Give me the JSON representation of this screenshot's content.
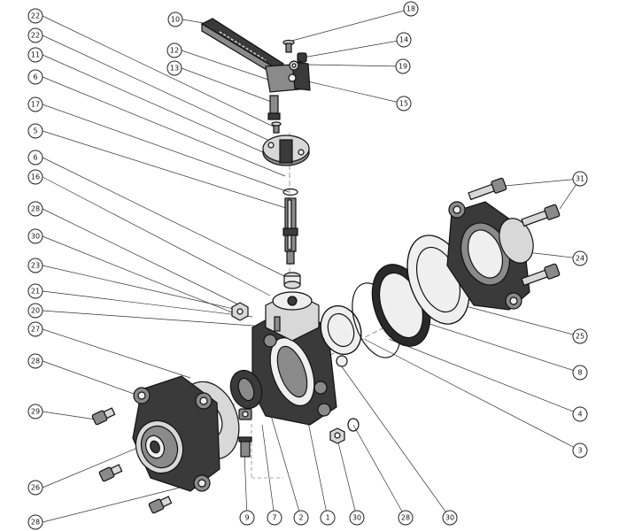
{
  "callouts": [
    {
      "id": "c18",
      "label": "18"
    },
    {
      "id": "c10",
      "label": "10"
    },
    {
      "id": "c14",
      "label": "14"
    },
    {
      "id": "c12",
      "label": "12"
    },
    {
      "id": "c19",
      "label": "19"
    },
    {
      "id": "c13",
      "label": "13"
    },
    {
      "id": "c15",
      "label": "15"
    },
    {
      "id": "c22a",
      "label": "22"
    },
    {
      "id": "c22b",
      "label": "22"
    },
    {
      "id": "c11",
      "label": "11"
    },
    {
      "id": "c6a",
      "label": "6"
    },
    {
      "id": "c17",
      "label": "17"
    },
    {
      "id": "c5",
      "label": "5"
    },
    {
      "id": "c6b",
      "label": "6"
    },
    {
      "id": "c16",
      "label": "16"
    },
    {
      "id": "c28a",
      "label": "28"
    },
    {
      "id": "c30a",
      "label": "30"
    },
    {
      "id": "c23",
      "label": "23"
    },
    {
      "id": "c21",
      "label": "21"
    },
    {
      "id": "c20",
      "label": "20"
    },
    {
      "id": "c27",
      "label": "27"
    },
    {
      "id": "c28b",
      "label": "28"
    },
    {
      "id": "c29",
      "label": "29"
    },
    {
      "id": "c26",
      "label": "26"
    },
    {
      "id": "c28c",
      "label": "28"
    },
    {
      "id": "c9",
      "label": "9"
    },
    {
      "id": "c7",
      "label": "7"
    },
    {
      "id": "c2",
      "label": "2"
    },
    {
      "id": "c1",
      "label": "1"
    },
    {
      "id": "c30b",
      "label": "30"
    },
    {
      "id": "c28d",
      "label": "28"
    },
    {
      "id": "c30c",
      "label": "30"
    },
    {
      "id": "c31",
      "label": "31"
    },
    {
      "id": "c24",
      "label": "24"
    },
    {
      "id": "c25",
      "label": "25"
    },
    {
      "id": "c8",
      "label": "8"
    },
    {
      "id": "c4",
      "label": "4"
    },
    {
      "id": "c3",
      "label": "3"
    }
  ]
}
